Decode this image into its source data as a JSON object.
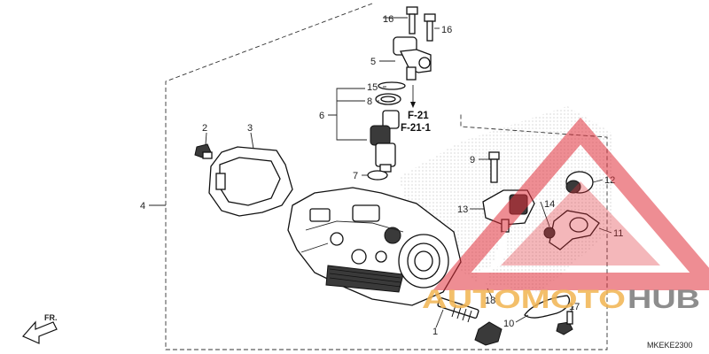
{
  "diagram": {
    "callouts": [
      {
        "id": "c16a",
        "label": "16"
      },
      {
        "id": "c16b",
        "label": "16"
      },
      {
        "id": "c5",
        "label": "5"
      },
      {
        "id": "c15",
        "label": "15"
      },
      {
        "id": "c8",
        "label": "8"
      },
      {
        "id": "c6",
        "label": "6"
      },
      {
        "id": "c7",
        "label": "7"
      },
      {
        "id": "c2",
        "label": "2"
      },
      {
        "id": "c3",
        "label": "3"
      },
      {
        "id": "c4",
        "label": "4"
      },
      {
        "id": "c9",
        "label": "9"
      },
      {
        "id": "c13",
        "label": "13"
      },
      {
        "id": "c12",
        "label": "12"
      },
      {
        "id": "c14",
        "label": "14"
      },
      {
        "id": "c11",
        "label": "11"
      },
      {
        "id": "c18",
        "label": "18"
      },
      {
        "id": "c10",
        "label": "10"
      },
      {
        "id": "c17",
        "label": "17"
      },
      {
        "id": "c1",
        "label": "1"
      }
    ],
    "references": [
      "F-21",
      "F-21-1"
    ],
    "direction_label": "FR.",
    "diagram_code": "MKEKE2300"
  },
  "watermark": {
    "text_a": "AUTOMOTO",
    "text_b": "HUB",
    "color_triangle": "#e0303a",
    "color_a": "#f2b451",
    "color_b": "#7a7a7a"
  }
}
